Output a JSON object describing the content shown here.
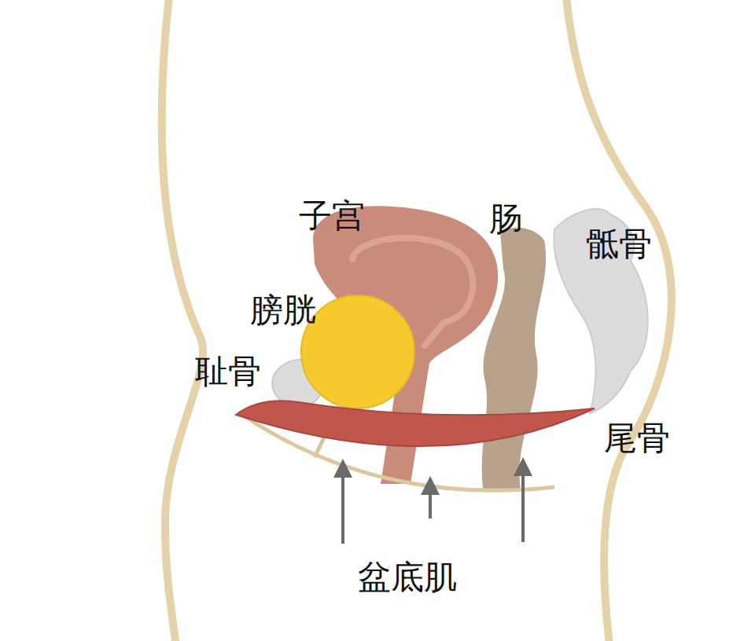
{
  "diagram": {
    "labels": [
      "子宫",
      "肠",
      "骶骨",
      "膀胱",
      "耻骨",
      "尾骨",
      "盆底肌"
    ]
  }
}
